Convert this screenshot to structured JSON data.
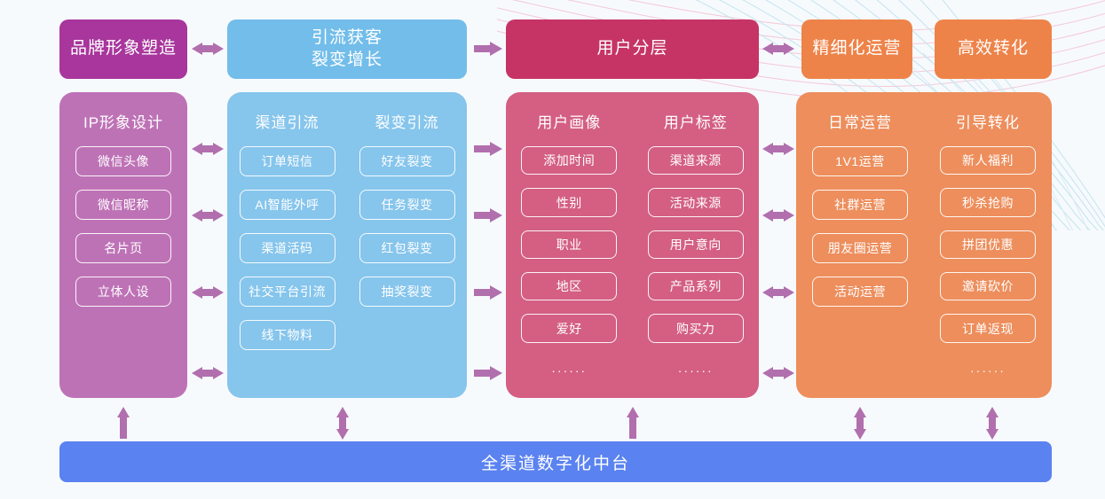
{
  "palette": {
    "purple_dark": "#A8369C",
    "purple_light": "#BE72B6",
    "blue_dark": "#72BDEA",
    "blue_light": "#86C5EC",
    "rose_dark": "#C63465",
    "rose_light": "#D45F83",
    "orange_dark": "#EE8349",
    "orange_light": "#ED8E5C",
    "arrow": "#B16FAE",
    "bottom_bar": "#5A82F0",
    "page_bg": "#F7FAFD"
  },
  "headers": [
    {
      "label": "品牌形象塑造"
    },
    {
      "label": "引流获客\n裂变增长",
      "line1": "引流获客",
      "line2": "裂变增长"
    },
    {
      "label": "用户分层"
    },
    {
      "label": "精细化运营"
    },
    {
      "label": "高效转化"
    }
  ],
  "columns": [
    {
      "name": "ip-image-design",
      "groups": [
        {
          "title": "IP形象设计",
          "items": [
            "微信头像",
            "微信昵称",
            "名片页",
            "立体人设"
          ],
          "ellipsis": false
        }
      ]
    },
    {
      "name": "traffic-acquisition",
      "groups": [
        {
          "title": "渠道引流",
          "items": [
            "订单短信",
            "AI智能外呼",
            "渠道活码",
            "社交平台引流",
            "线下物料"
          ],
          "ellipsis": false
        },
        {
          "title": "裂变引流",
          "items": [
            "好友裂变",
            "任务裂变",
            "红包裂变",
            "抽奖裂变"
          ],
          "ellipsis": false
        }
      ]
    },
    {
      "name": "user-stratification",
      "groups": [
        {
          "title": "用户画像",
          "items": [
            "添加时间",
            "性别",
            "职业",
            "地区",
            "爱好"
          ],
          "ellipsis": true,
          "ellipsis_text": "······"
        },
        {
          "title": "用户标签",
          "items": [
            "渠道来源",
            "活动来源",
            "用户意向",
            "产品系列",
            "购买力"
          ],
          "ellipsis": true,
          "ellipsis_text": "······"
        }
      ]
    },
    {
      "name": "operation-conversion",
      "groups": [
        {
          "title": "日常运营",
          "items": [
            "1V1运营",
            "社群运营",
            "朋友圈运营",
            "活动运营"
          ],
          "ellipsis": false
        },
        {
          "title": "引导转化",
          "items": [
            "新人福利",
            "秒杀抢购",
            "拼团优惠",
            "邀请砍价",
            "订单返现"
          ],
          "ellipsis": true,
          "ellipsis_text": "······"
        }
      ]
    }
  ],
  "bottom": {
    "label": "全渠道数字化中台"
  },
  "arrows": {
    "header": [
      {
        "name": "header-arrow-1-2",
        "kind": "double"
      },
      {
        "name": "header-arrow-2-3",
        "kind": "right"
      },
      {
        "name": "header-arrow-3-4",
        "kind": "double"
      }
    ],
    "between_1_2": {
      "kind": "double",
      "count": 4
    },
    "between_2_3": {
      "kind": "right",
      "count": 4
    },
    "between_3_4": {
      "kind": "double",
      "count": 4
    },
    "to_bottom": [
      {
        "name": "bottom-arrow-col1",
        "kind": "up"
      },
      {
        "name": "bottom-arrow-col2",
        "kind": "updown"
      },
      {
        "name": "bottom-arrow-col3",
        "kind": "up"
      },
      {
        "name": "bottom-arrow-col4a",
        "kind": "updown"
      },
      {
        "name": "bottom-arrow-col4b",
        "kind": "updown"
      }
    ]
  }
}
